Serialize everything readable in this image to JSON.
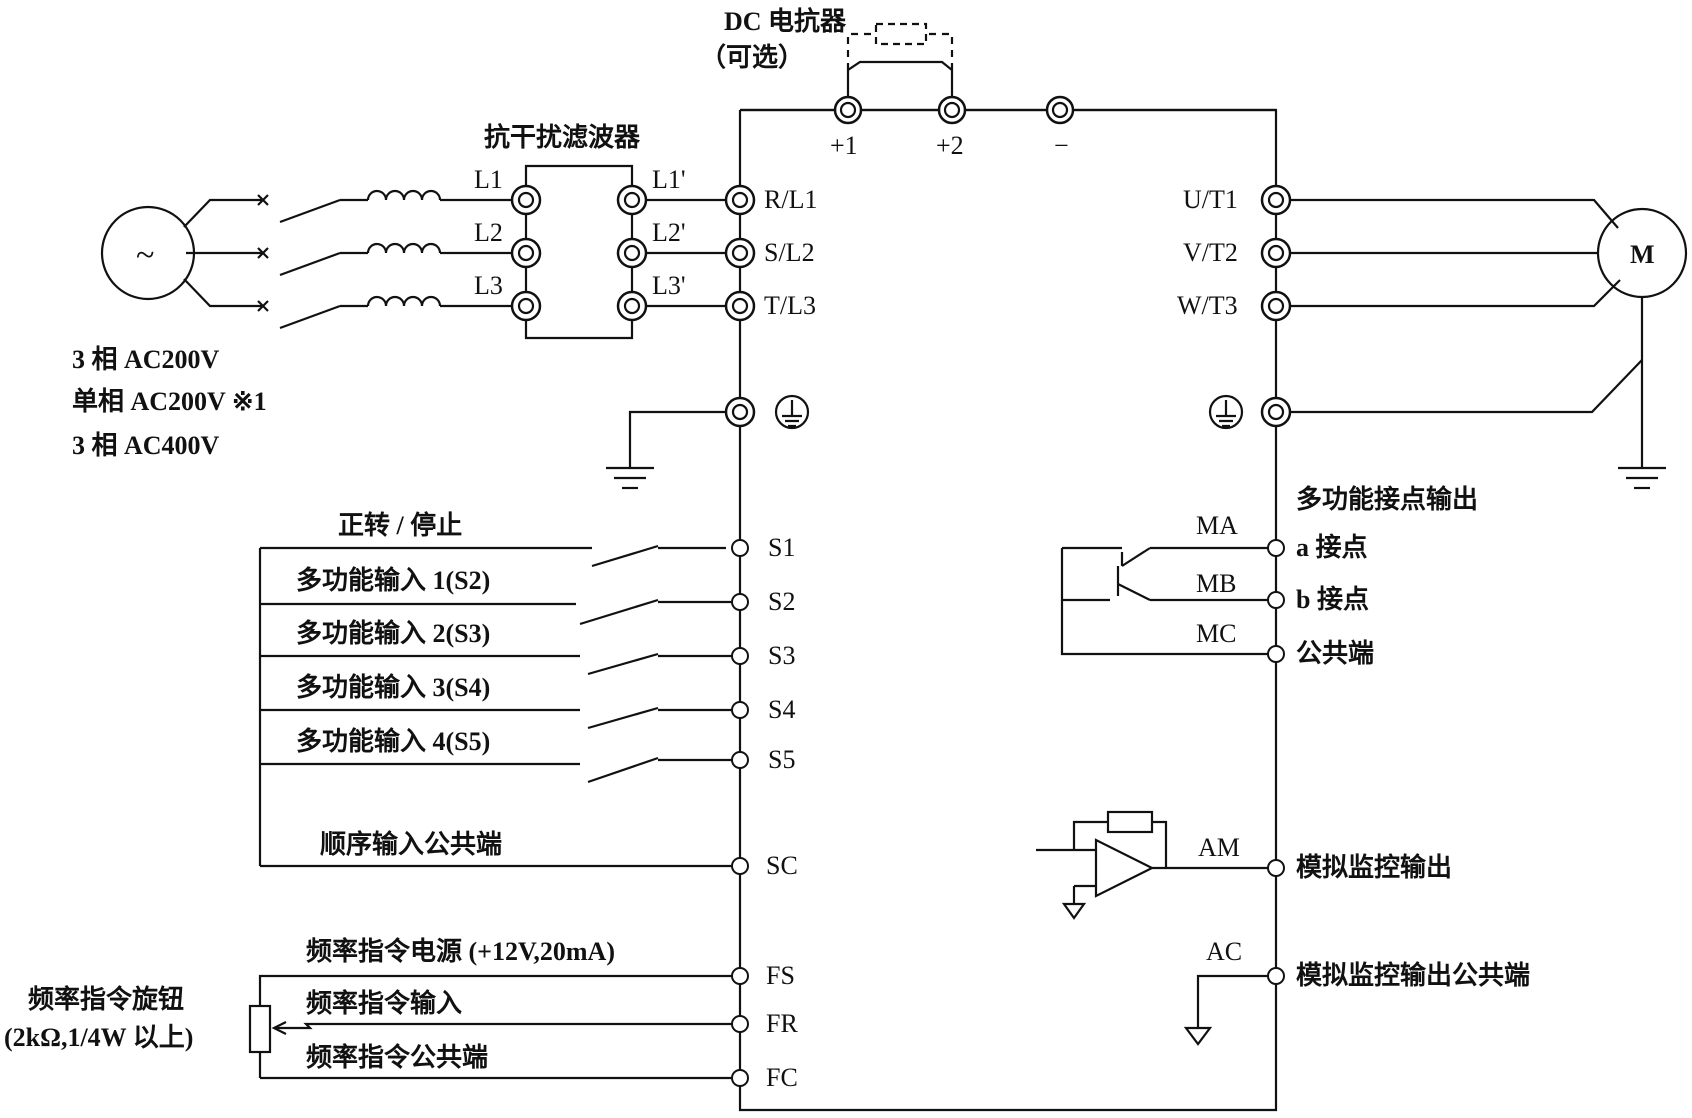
{
  "labels": {
    "dc_reactor": "DC 电抗器",
    "optional": "（可选）",
    "filter": "抗干扰滤波器",
    "supply_3ph_200": "3 相 AC200V",
    "supply_1ph_200": "单相 AC200V ※1",
    "supply_3ph_400": "3 相 AC400V",
    "ac_source": "~",
    "motor": "M",
    "relay_output_title": "多功能接点输出",
    "ma_desc": "a 接点",
    "mb_desc": "b 接点",
    "mc_desc": "公共端",
    "am_desc": "模拟监控输出",
    "ac_desc": "模拟监控输出公共端",
    "fwd_stop": "正转 / 停止",
    "mfi1": "多功能输入 1(S2)",
    "mfi2": "多功能输入 2(S3)",
    "mfi3": "多功能输入 3(S4)",
    "mfi4": "多功能输入 4(S5)",
    "seq_common": "顺序输入公共端",
    "freq_power": "频率指令电源 (+12V,20mA)",
    "freq_input": "频率指令输入",
    "freq_common": "频率指令公共端",
    "pot_name": "频率指令旋钮",
    "pot_spec": "(2kΩ,1/4W 以上)"
  },
  "terminals": {
    "plus1": "+1",
    "plus2": "+2",
    "minus": "−",
    "L1": "L1",
    "L2": "L2",
    "L3": "L3",
    "L1p": "L1'",
    "L2p": "L2'",
    "L3p": "L3'",
    "RL1": "R/L1",
    "SL2": "S/L2",
    "TL3": "T/L3",
    "UT1": "U/T1",
    "VT2": "V/T2",
    "WT3": "W/T3",
    "S1": "S1",
    "S2": "S2",
    "S3": "S3",
    "S4": "S4",
    "S5": "S5",
    "SC": "SC",
    "FS": "FS",
    "FR": "FR",
    "FC": "FC",
    "MA": "MA",
    "MB": "MB",
    "MC": "MC",
    "AM": "AM",
    "AC": "AC"
  }
}
